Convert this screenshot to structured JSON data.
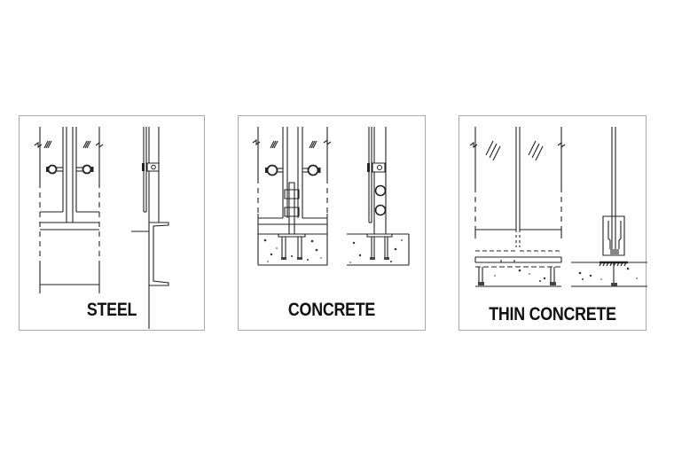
{
  "figure": {
    "background": "#ffffff",
    "border_color": "#a9a9a9",
    "line_color": "#222222",
    "panels": [
      {
        "id": "steel",
        "label": "STEEL",
        "views": [
          "front-elevation",
          "side-section"
        ],
        "substrate": "steel-channel"
      },
      {
        "id": "concrete",
        "label": "CONCRETE",
        "views": [
          "front-elevation",
          "side-section"
        ],
        "substrate": "concrete-slab-with-base-plate"
      },
      {
        "id": "thin-concrete",
        "label": "THIN CONCRETE",
        "views": [
          "front-elevation",
          "side-section"
        ],
        "substrate": "thin-concrete-with-shoe-mount"
      }
    ]
  }
}
